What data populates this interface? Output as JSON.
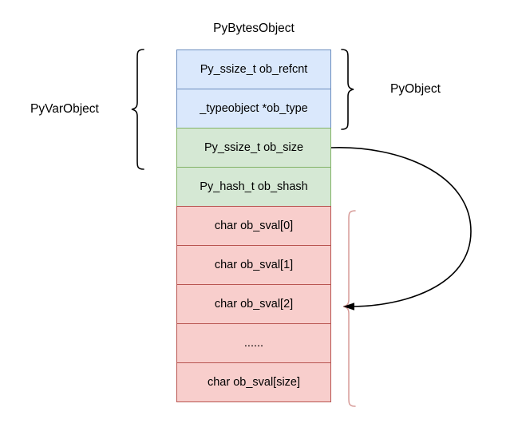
{
  "diagram": {
    "title": "PyBytesObject",
    "rows": [
      {
        "text": "Py_ssize_t ob_refcnt",
        "group": "pyobject",
        "fill": "#dae8fc",
        "stroke": "#6c8ebf"
      },
      {
        "text": "_typeobject *ob_type",
        "group": "pyobject",
        "fill": "#dae8fc",
        "stroke": "#6c8ebf"
      },
      {
        "text": "Py_ssize_t ob_size",
        "group": "pyvarobject",
        "fill": "#d5e8d4",
        "stroke": "#82b366"
      },
      {
        "text": "Py_hash_t ob_shash",
        "group": "header",
        "fill": "#d5e8d4",
        "stroke": "#82b366"
      },
      {
        "text": "char ob_sval[0]",
        "group": "payload",
        "fill": "#f8cecc",
        "stroke": "#b85450"
      },
      {
        "text": "char ob_sval[1]",
        "group": "payload",
        "fill": "#f8cecc",
        "stroke": "#b85450"
      },
      {
        "text": "char ob_sval[2]",
        "group": "payload",
        "fill": "#f8cecc",
        "stroke": "#b85450"
      },
      {
        "text": "......",
        "group": "payload",
        "fill": "#f8cecc",
        "stroke": "#b85450"
      },
      {
        "text": "char ob_sval[size]",
        "group": "payload",
        "fill": "#f8cecc",
        "stroke": "#b85450"
      }
    ],
    "braces": {
      "left_label": "PyVarObject",
      "right_label": "PyObject",
      "payload_brace_color": "#d79b98",
      "outline_color": "#000000"
    },
    "arrow": {
      "from_row": "Py_ssize_t ob_size",
      "to": "ob_sval-payload-brace",
      "color": "#000000"
    }
  }
}
